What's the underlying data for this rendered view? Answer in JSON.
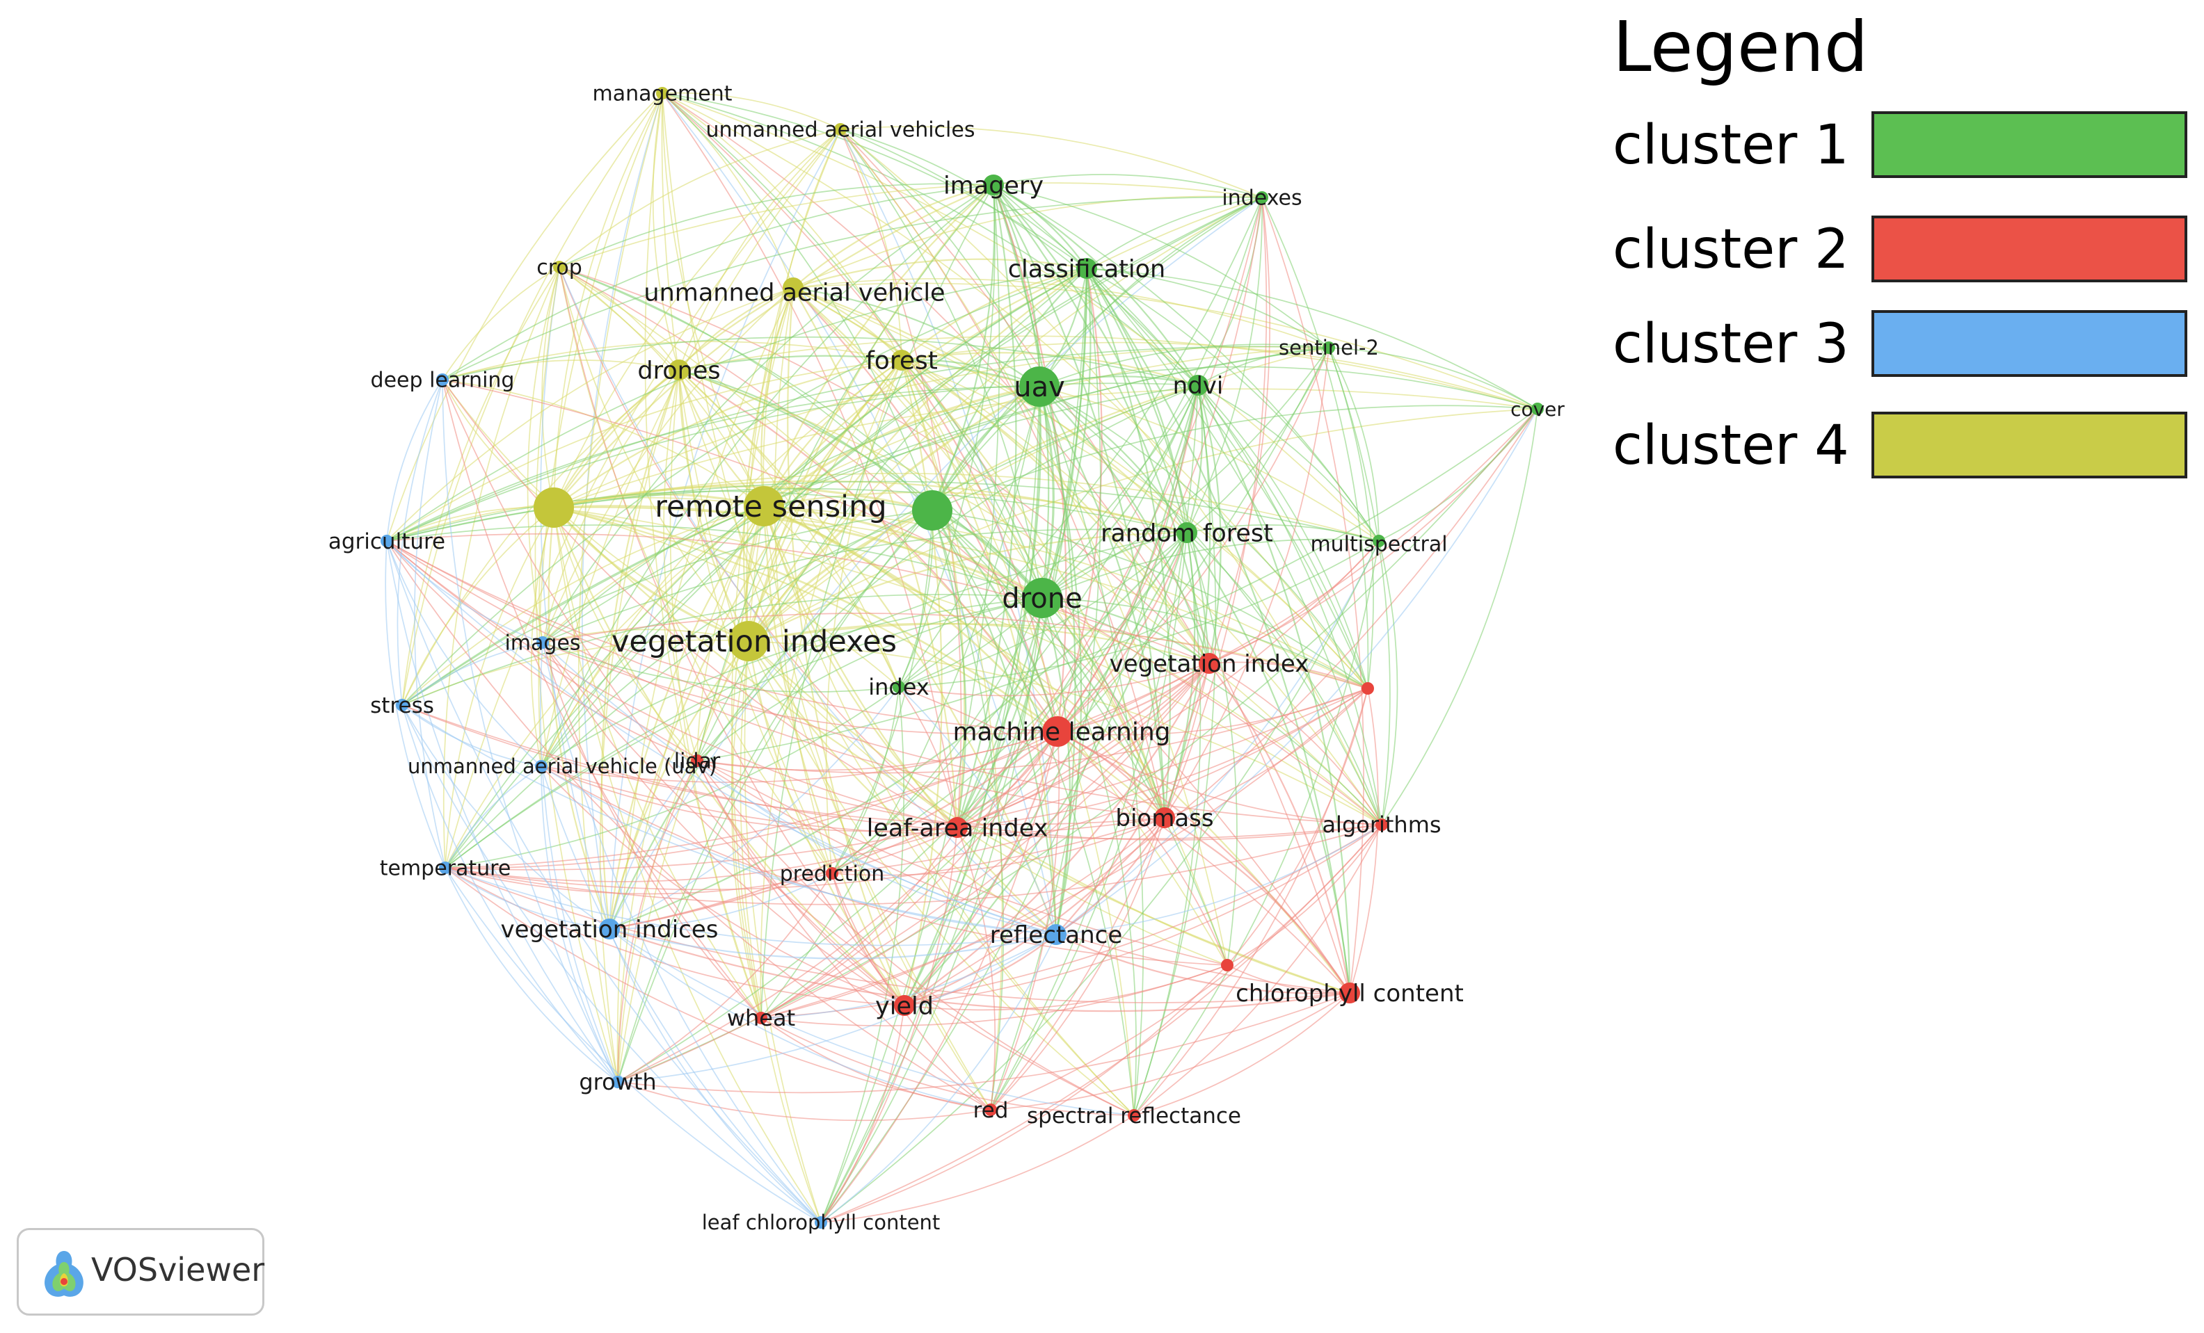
{
  "legend": {
    "title": "Legend",
    "items": [
      {
        "label": "cluster 1",
        "color": "#5cbf52"
      },
      {
        "label": "cluster 2",
        "color": "#eb5247"
      },
      {
        "label": "cluster 3",
        "color": "#6aaff0"
      },
      {
        "label": "cluster 4",
        "color": "#c9cc48"
      }
    ]
  },
  "badge": {
    "text": "VOSviewer",
    "icon": "vosviewer-logo-icon"
  },
  "network": {
    "clusters": [
      {
        "id": 1,
        "color": "#4cb548",
        "edge_color": "#7fd06f"
      },
      {
        "id": 2,
        "color": "#e8443c",
        "edge_color": "#f08a82"
      },
      {
        "id": 3,
        "color": "#5aa6e8",
        "edge_color": "#9ac8f2"
      },
      {
        "id": 4,
        "color": "#c4c63a",
        "edge_color": "#d8da6a"
      }
    ],
    "nodes": [
      {
        "label": "management",
        "cluster": 4,
        "weight": 1
      },
      {
        "label": "unmanned aerial vehicles",
        "cluster": 4,
        "weight": 1
      },
      {
        "label": "crop",
        "cluster": 4,
        "weight": 1
      },
      {
        "label": "unmanned aerial vehicle",
        "cluster": 4,
        "weight": 2
      },
      {
        "label": "drones",
        "cluster": 4,
        "weight": 2
      },
      {
        "label": "forest",
        "cluster": 4,
        "weight": 2
      },
      {
        "label": "",
        "cluster": 4,
        "weight": 4
      },
      {
        "label": "remote sensing",
        "cluster": 4,
        "weight": 4
      },
      {
        "label": "vegetation indexes",
        "cluster": 4,
        "weight": 4
      },
      {
        "label": "imagery",
        "cluster": 1,
        "weight": 2
      },
      {
        "label": "indexes",
        "cluster": 1,
        "weight": 1
      },
      {
        "label": "classification",
        "cluster": 1,
        "weight": 2
      },
      {
        "label": "sentinel-2",
        "cluster": 1,
        "weight": 1
      },
      {
        "label": "uav",
        "cluster": 1,
        "weight": 4
      },
      {
        "label": "ndvi",
        "cluster": 1,
        "weight": 2
      },
      {
        "label": "cover",
        "cluster": 1,
        "weight": 1
      },
      {
        "label": "",
        "cluster": 1,
        "weight": 4
      },
      {
        "label": "random forest",
        "cluster": 1,
        "weight": 2
      },
      {
        "label": "multispectral",
        "cluster": 1,
        "weight": 1
      },
      {
        "label": "drone",
        "cluster": 1,
        "weight": 4
      },
      {
        "label": "index",
        "cluster": 1,
        "weight": 1
      },
      {
        "label": "vegetation index",
        "cluster": 2,
        "weight": 2
      },
      {
        "label": "",
        "cluster": 2,
        "weight": 1
      },
      {
        "label": "machine learning",
        "cluster": 2,
        "weight": 3
      },
      {
        "label": "lidar",
        "cluster": 2,
        "weight": 1
      },
      {
        "label": "biomass",
        "cluster": 2,
        "weight": 2
      },
      {
        "label": "leaf-area index",
        "cluster": 2,
        "weight": 2
      },
      {
        "label": "algorithms",
        "cluster": 2,
        "weight": 1
      },
      {
        "label": "prediction",
        "cluster": 2,
        "weight": 1
      },
      {
        "label": "",
        "cluster": 2,
        "weight": 1
      },
      {
        "label": "chlorophyll content",
        "cluster": 2,
        "weight": 2
      },
      {
        "label": "yield",
        "cluster": 2,
        "weight": 2
      },
      {
        "label": "wheat",
        "cluster": 2,
        "weight": 1
      },
      {
        "label": "red",
        "cluster": 2,
        "weight": 1
      },
      {
        "label": "spectral reflectance",
        "cluster": 2,
        "weight": 1
      },
      {
        "label": "deep learning",
        "cluster": 3,
        "weight": 1
      },
      {
        "label": "agriculture",
        "cluster": 3,
        "weight": 1
      },
      {
        "label": "images",
        "cluster": 3,
        "weight": 1
      },
      {
        "label": "stress",
        "cluster": 3,
        "weight": 1
      },
      {
        "label": "unmanned aerial vehicle (uav)",
        "cluster": 3,
        "weight": 1
      },
      {
        "label": "temperature",
        "cluster": 3,
        "weight": 1
      },
      {
        "label": "vegetation indices",
        "cluster": 3,
        "weight": 2
      },
      {
        "label": "reflectance",
        "cluster": 3,
        "weight": 2
      },
      {
        "label": "growth",
        "cluster": 3,
        "weight": 1
      },
      {
        "label": "leaf chlorophyll content",
        "cluster": 3,
        "weight": 1
      }
    ]
  }
}
